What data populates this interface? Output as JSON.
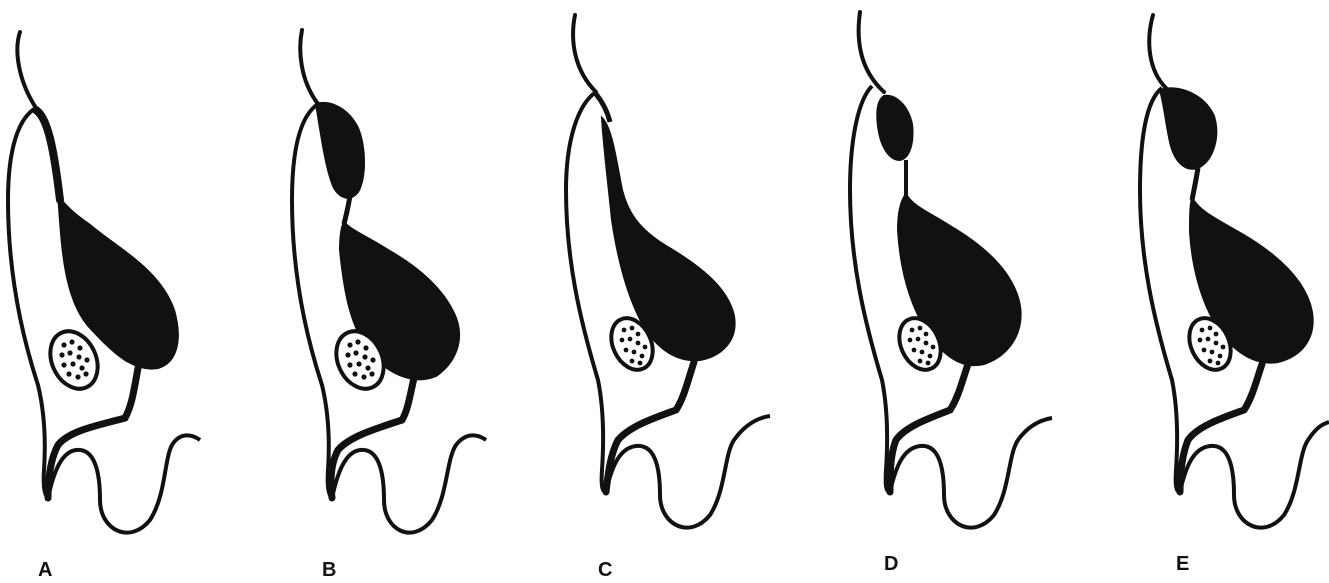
{
  "figure": {
    "colors": {
      "ink": "#111111",
      "background": "#ffffff"
    },
    "panels": [
      {
        "label": "A"
      },
      {
        "label": "B"
      },
      {
        "label": "C"
      },
      {
        "label": "D"
      },
      {
        "label": "E"
      }
    ]
  }
}
